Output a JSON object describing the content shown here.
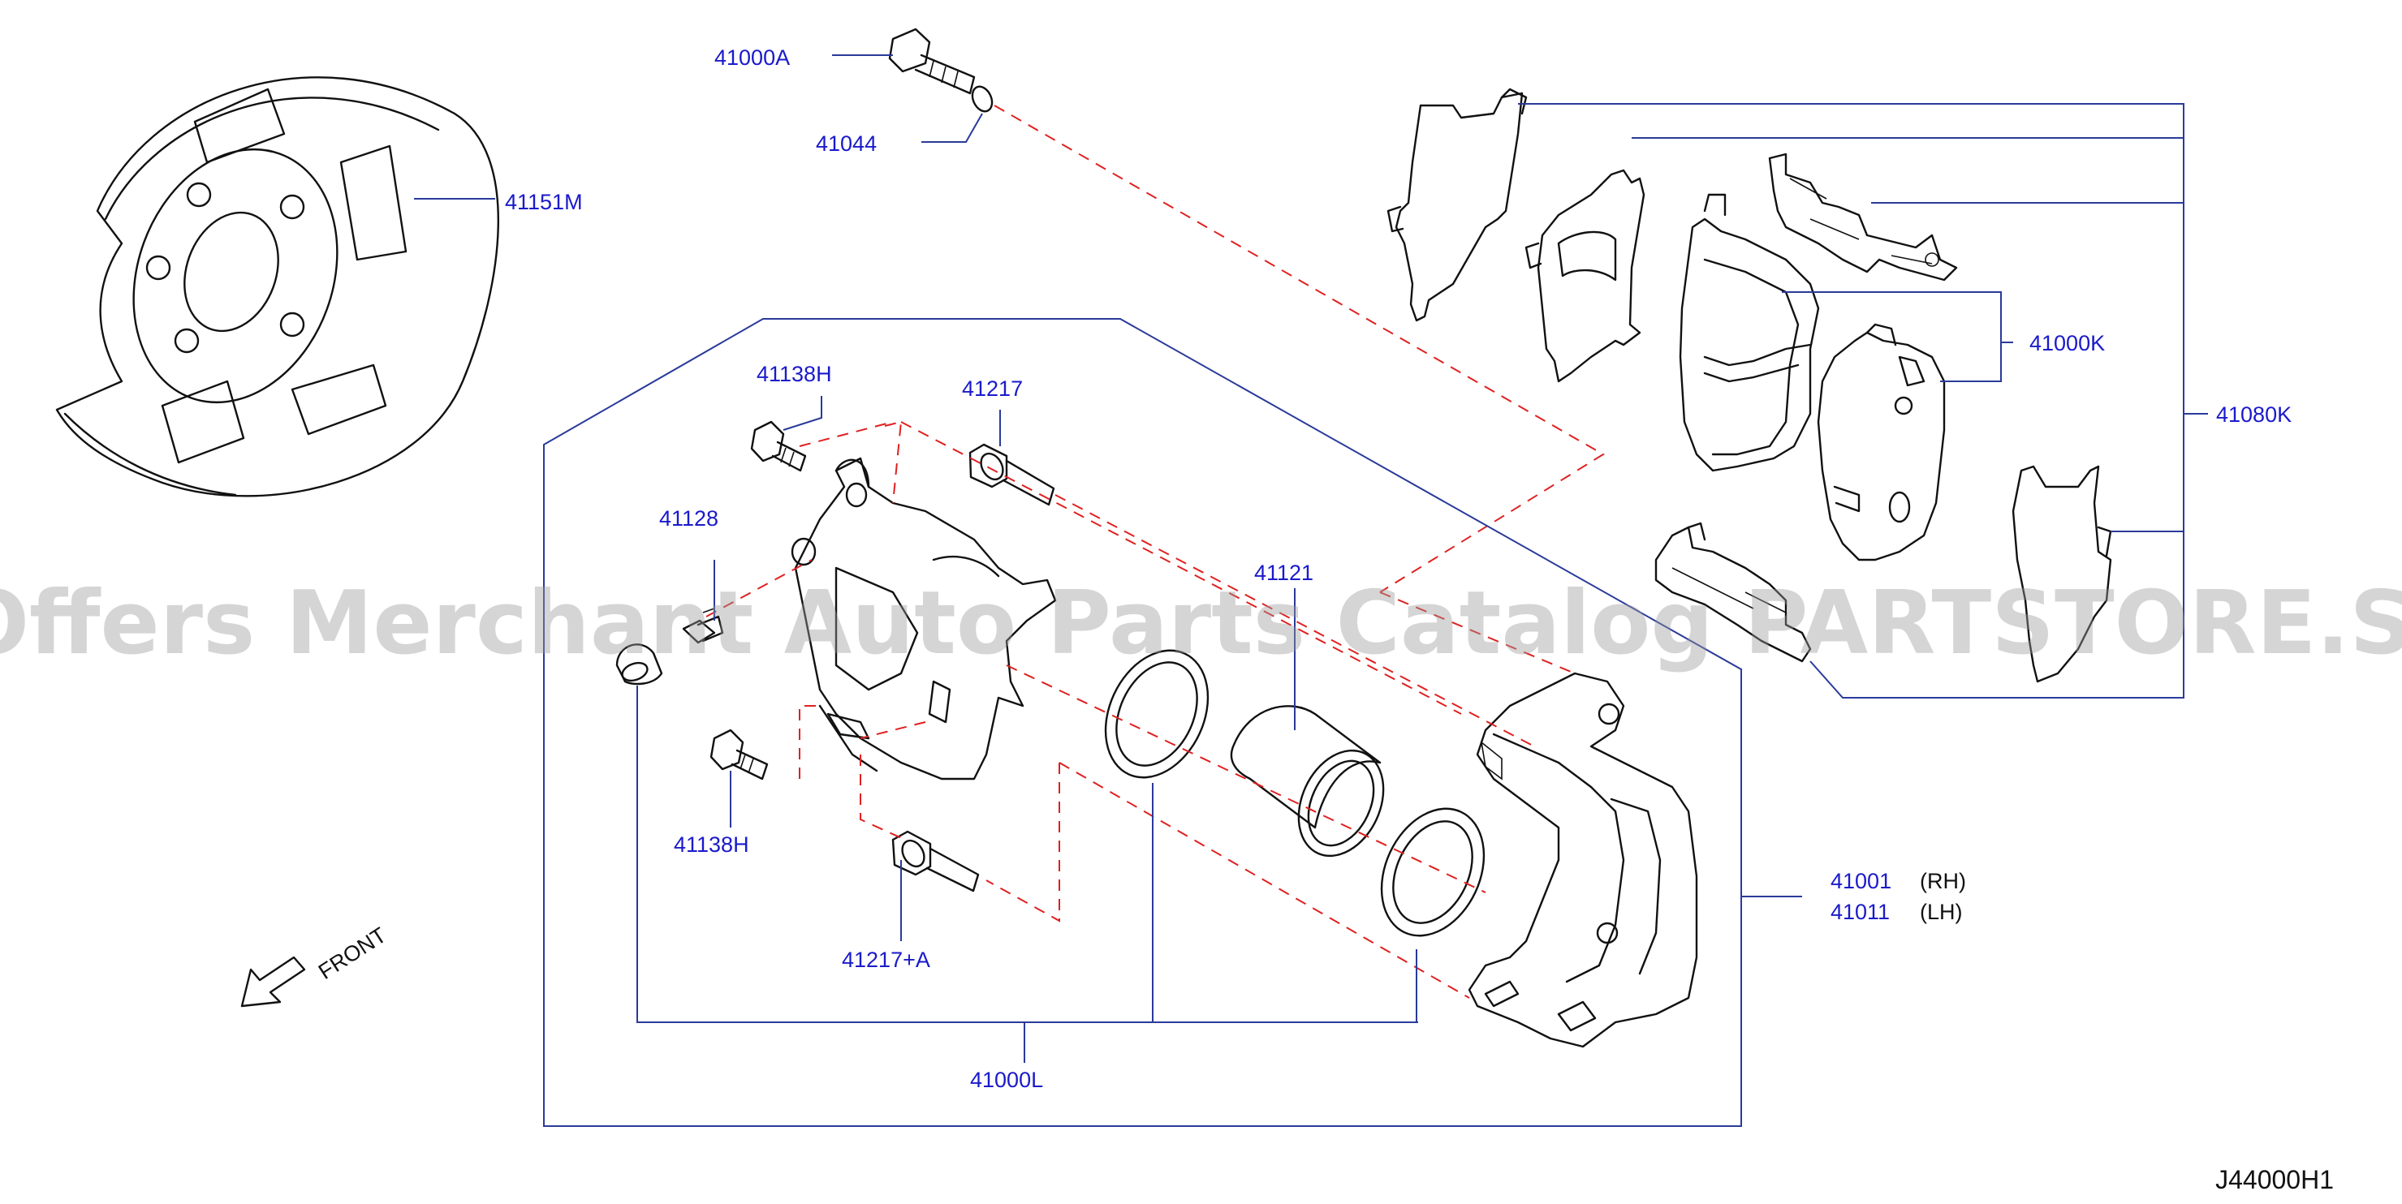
{
  "labels": {
    "l41000A": "41000A",
    "l41044": "41044",
    "l41151M": "41151M",
    "l41138H_top": "41138H",
    "l41217": "41217",
    "l41128": "41128",
    "l41121": "41121",
    "l41138H_bottom": "41138H",
    "l41217A": "41217+A",
    "l41000L": "41000L",
    "l41001": "41001",
    "l41011": "41011",
    "rh": "(RH)",
    "lh": "(LH)",
    "l41000K": "41000K",
    "l41080K": "41080K",
    "front": "FRONT"
  },
  "watermark": "Offers Merchant Auto Parts Catalog PARTSTORE.SA",
  "diagram_code": "J44000H1",
  "colors": {
    "label": "#1a1acc",
    "leader": "#2a3a9a",
    "dashed": "#e02020",
    "outline": "#111111",
    "watermark": "#9a9a9a"
  }
}
